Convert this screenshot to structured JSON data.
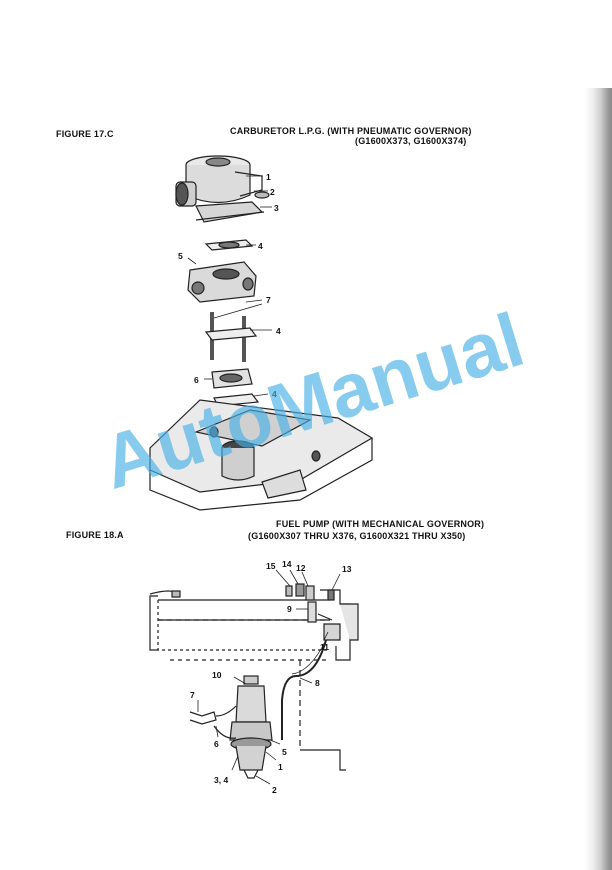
{
  "figure_17c": {
    "label": "FIGURE 17.C",
    "title_line1": "CARBURETOR L.P.G. (WITH PNEUMATIC GOVERNOR)",
    "title_line2": "(G1600X373, G1600X374)",
    "callouts": [
      "1",
      "2",
      "3",
      "4",
      "5",
      "7",
      "4",
      "6",
      "4"
    ]
  },
  "figure_18a": {
    "label": "FIGURE 18.A",
    "title_line1": "FUEL PUMP (WITH MECHANICAL GOVERNOR)",
    "title_line2": "(G1600X307 THRU X376, G1600X321 THRU X350)",
    "callouts": [
      "15",
      "14",
      "12",
      "13",
      "9",
      "11",
      "8",
      "10",
      "7",
      "6",
      "5",
      "1",
      "3, 4",
      "2"
    ]
  },
  "watermark": "AutoManual",
  "colors": {
    "watermark": "#47b0e6",
    "ink": "#111111"
  }
}
